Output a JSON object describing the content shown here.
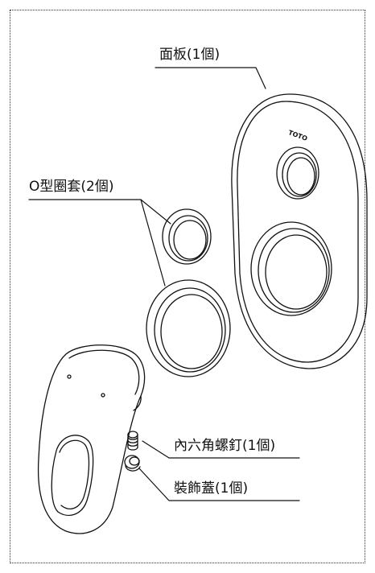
{
  "labels": {
    "faceplate": "面板(1個)",
    "oring": "O型圈套(2個)",
    "screw": "內六角螺釘(1個)",
    "cap": "裝飾蓋(1個)"
  },
  "brand": "TOTO",
  "colors": {
    "line": "#111111",
    "frame": "#333333",
    "background": "#ffffff"
  }
}
